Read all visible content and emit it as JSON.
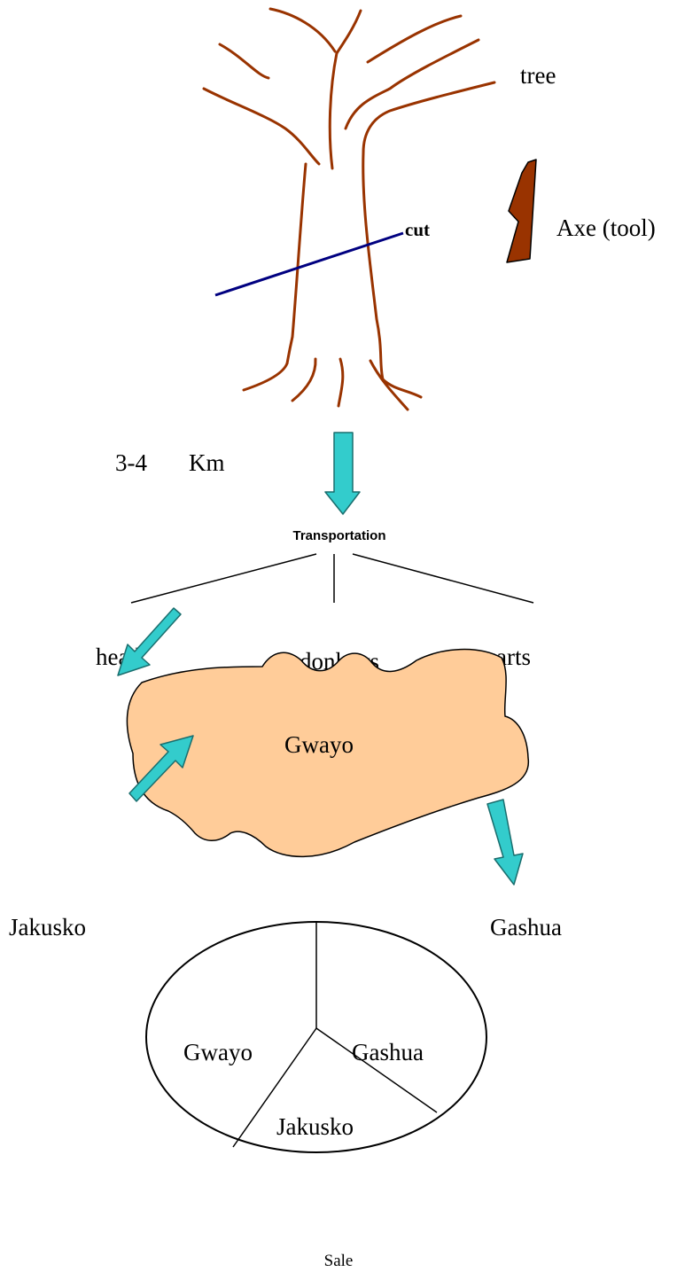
{
  "labels": {
    "tree": "tree",
    "cut": "cut",
    "axe": "Axe (tool)",
    "distance_num": "3-4",
    "distance_unit": "Km",
    "transportation": "Transportation",
    "head": "head",
    "donkeys": "donkeys",
    "carts": "carts",
    "gwayo_region": "Gwayo",
    "jakusko": "Jakusko",
    "gashua": "Gashua",
    "sale": "Sale"
  },
  "sale_ellipse": {
    "sections": [
      "Gwayo",
      "Gashua",
      "Jakusko"
    ]
  },
  "colors": {
    "tree": "#993300",
    "axe": "#993300",
    "cut_line": "#000080",
    "arrow": "#33cccc",
    "gwayo_fill": "#ffcc99"
  }
}
